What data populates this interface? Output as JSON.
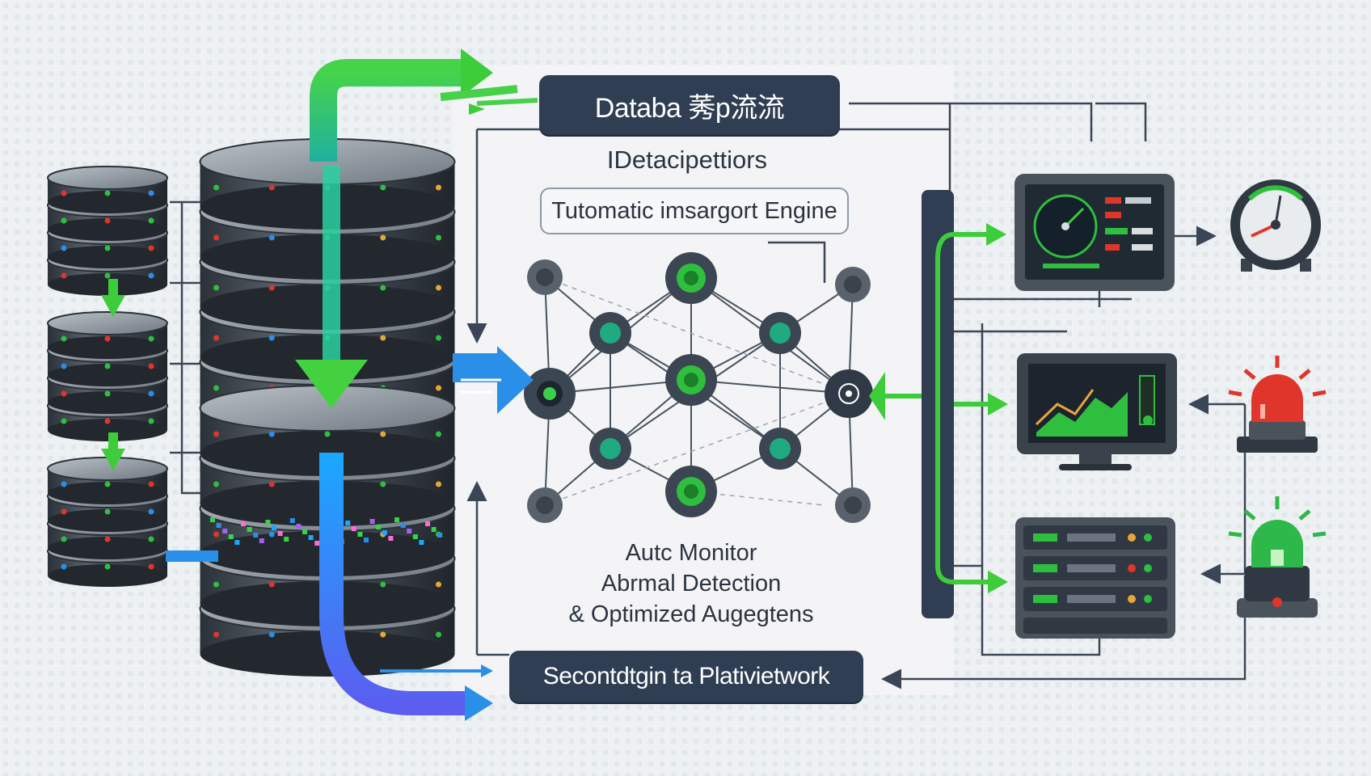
{
  "labels": {
    "title": "Databa 莠p流流",
    "subtitle": "IDetacipettiors",
    "engine": "Tutomatic imsargort Engine",
    "caption_line1": "Autc Monitor",
    "caption_line2": "Abrmal Detection",
    "caption_line3": "& Optimized Augegtens",
    "platform": "Secontdtgin ta Plativietwork"
  },
  "colors": {
    "dark_box": "#2f3e52",
    "green_flow": "#33cc44",
    "blue_flow": "#2a8fe8",
    "background": "#eef1f3",
    "alarm_red": "#e0352b",
    "alarm_green": "#2fb84a"
  },
  "icons": {
    "database": "database-stack-icon",
    "network": "neural-network-icon",
    "dashboard": "dashboard-monitor-icon",
    "chart_monitor": "chart-monitor-icon",
    "server": "server-rack-icon",
    "gauge": "gauge-clock-icon",
    "red_alarm": "red-alarm-light-icon",
    "green_alarm": "green-alarm-light-icon"
  }
}
